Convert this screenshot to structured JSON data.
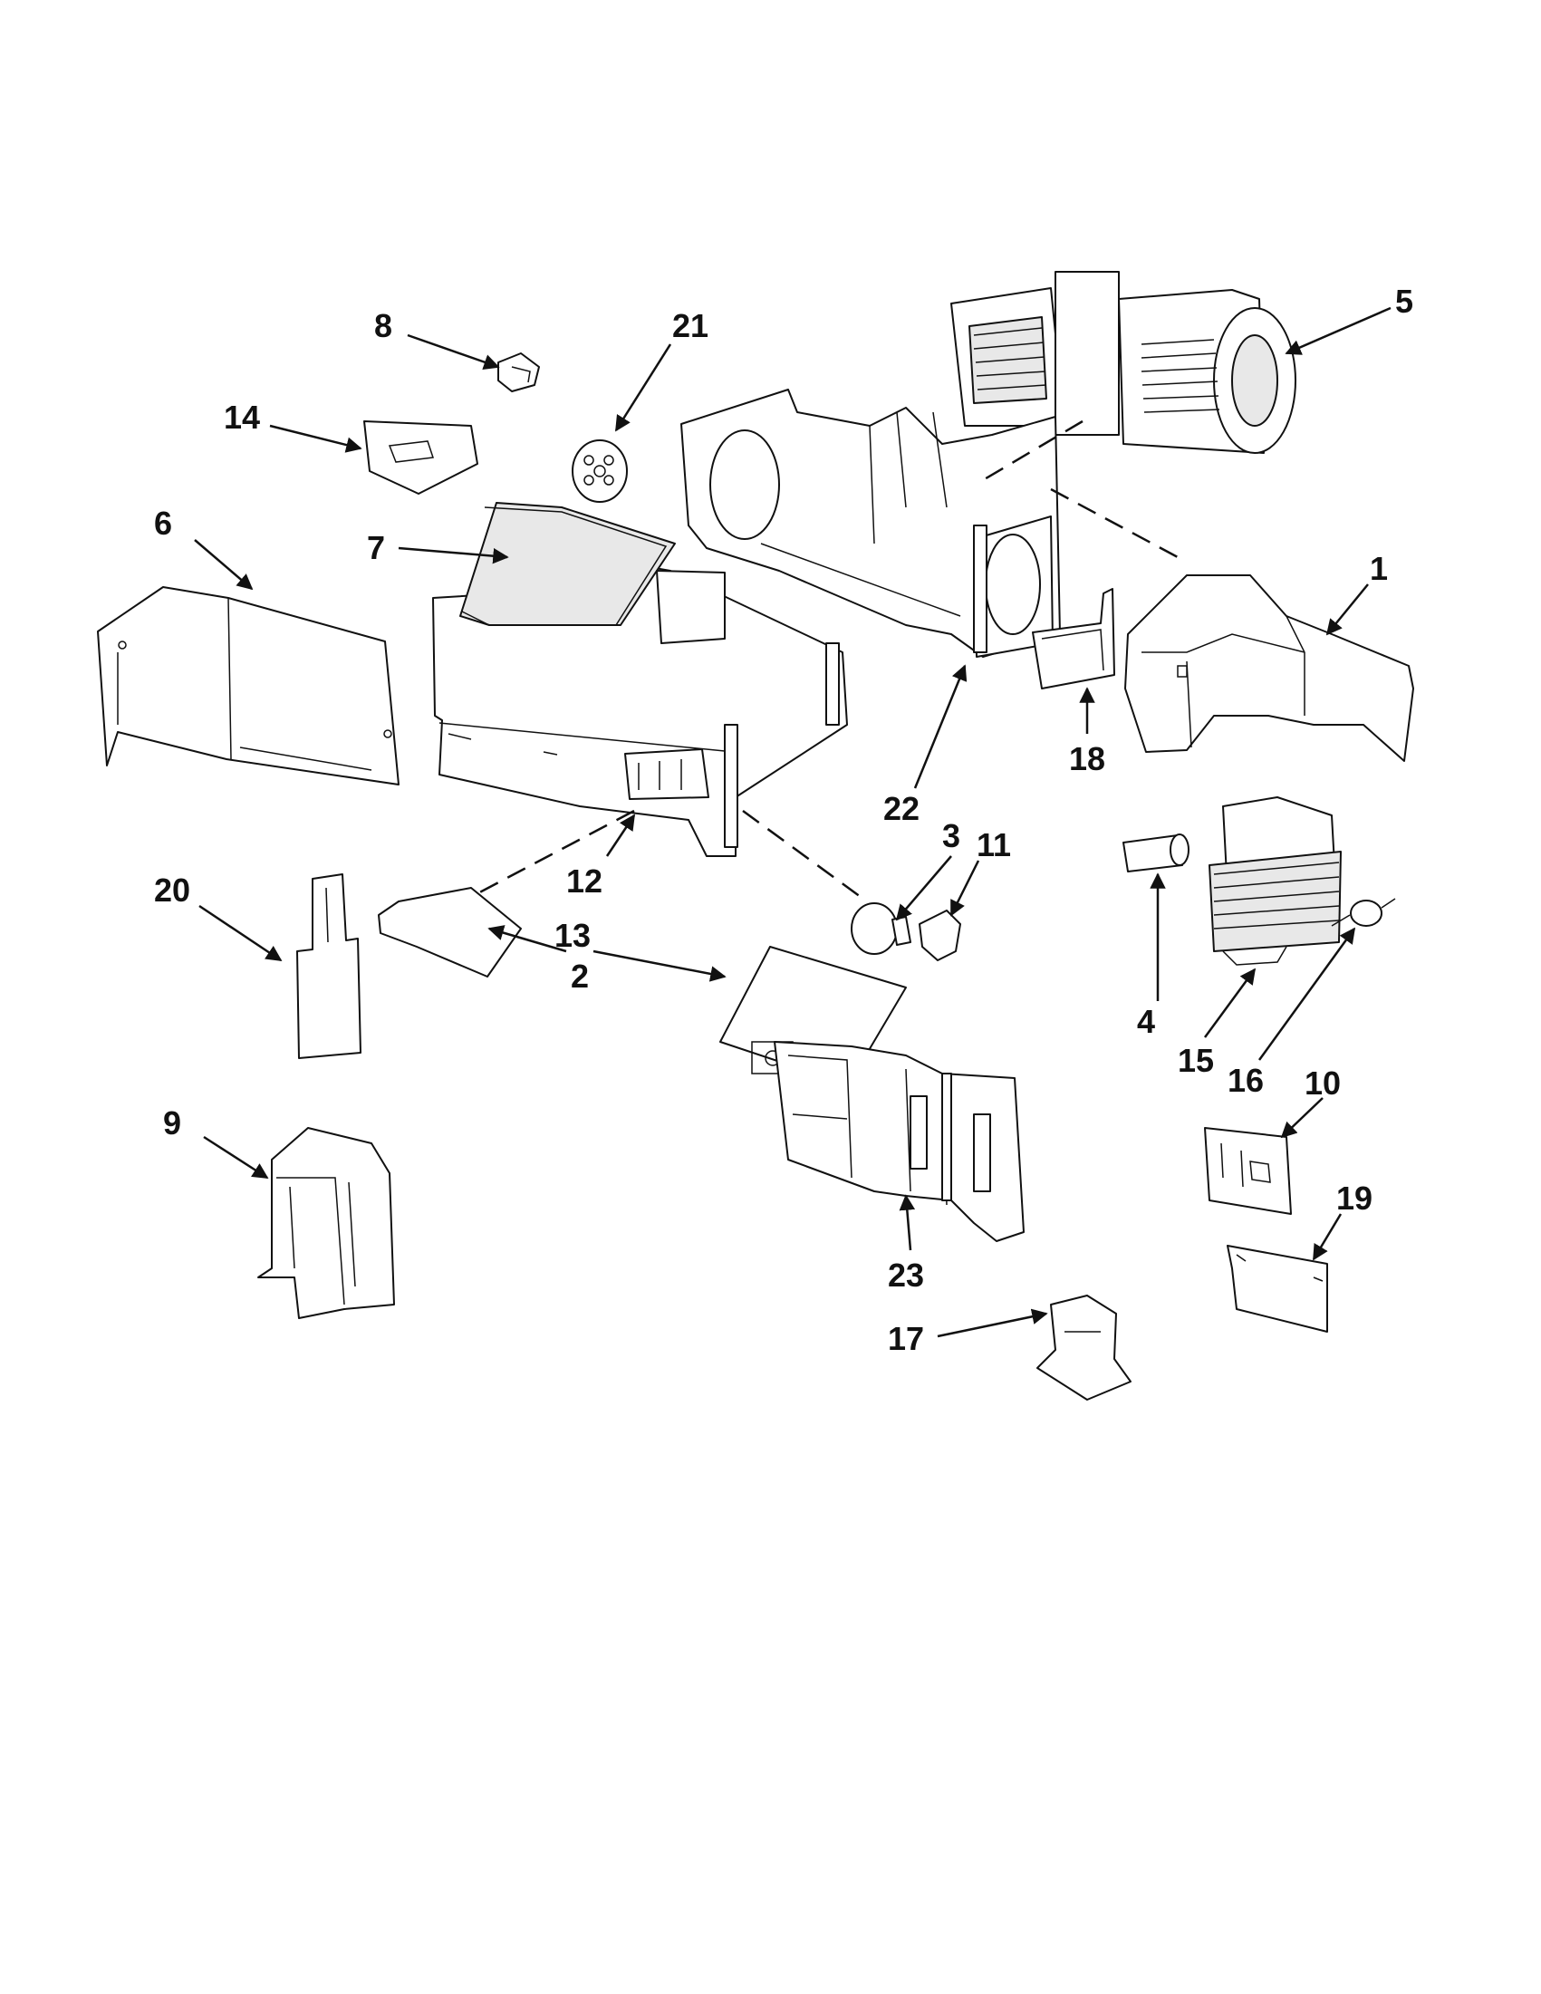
{
  "callouts": [
    {
      "id": "1",
      "text": "1"
    },
    {
      "id": "2",
      "text": "2"
    },
    {
      "id": "3",
      "text": "3"
    },
    {
      "id": "4",
      "text": "4"
    },
    {
      "id": "5",
      "text": "5"
    },
    {
      "id": "6",
      "text": "6"
    },
    {
      "id": "7",
      "text": "7"
    },
    {
      "id": "8",
      "text": "8"
    },
    {
      "id": "9",
      "text": "9"
    },
    {
      "id": "10",
      "text": "10"
    },
    {
      "id": "11",
      "text": "11"
    },
    {
      "id": "12",
      "text": "12"
    },
    {
      "id": "13",
      "text": "13"
    },
    {
      "id": "14",
      "text": "14"
    },
    {
      "id": "15",
      "text": "15"
    },
    {
      "id": "16",
      "text": "16"
    },
    {
      "id": "17",
      "text": "17"
    },
    {
      "id": "18",
      "text": "18"
    },
    {
      "id": "19",
      "text": "19"
    },
    {
      "id": "20",
      "text": "20"
    },
    {
      "id": "21",
      "text": "21"
    },
    {
      "id": "22",
      "text": "22"
    },
    {
      "id": "23",
      "text": "23"
    }
  ],
  "colors": {
    "line": "#111111",
    "background": "#ffffff"
  }
}
